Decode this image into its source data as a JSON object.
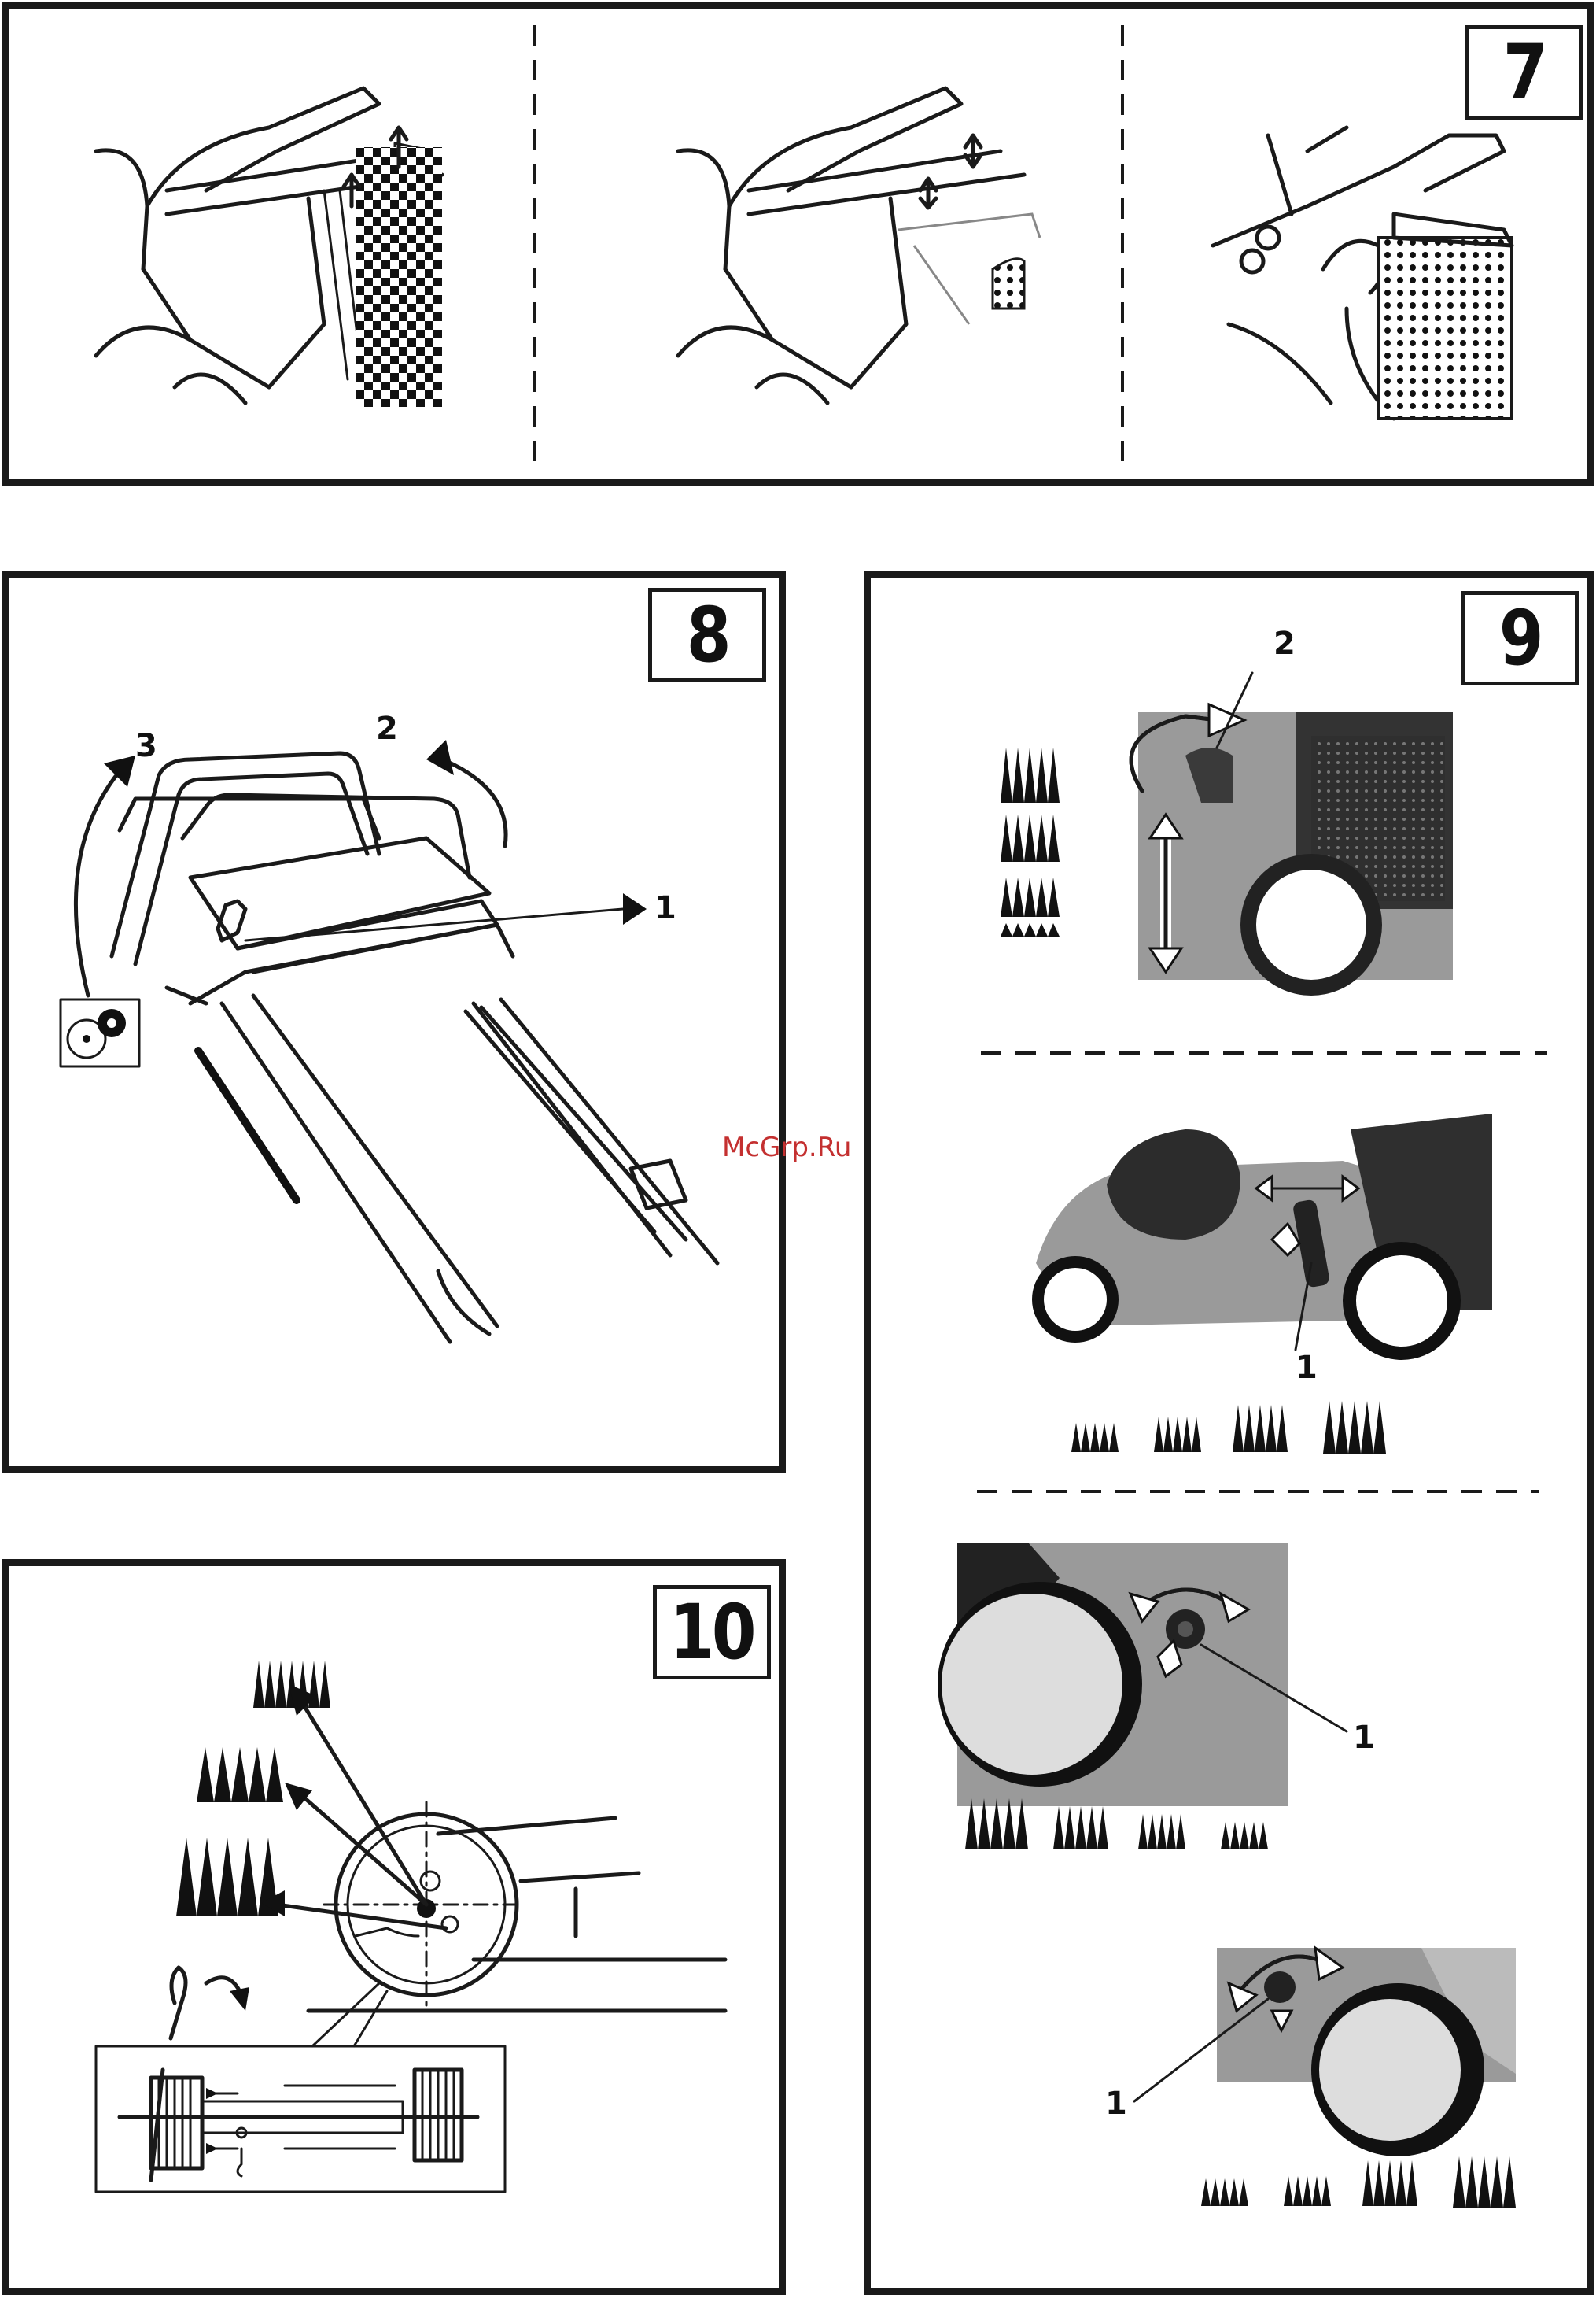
{
  "figures": [
    {
      "number": "7"
    },
    {
      "number": "8",
      "callouts": [
        "1",
        "2",
        "3"
      ]
    },
    {
      "number": "9",
      "callouts": [
        "2",
        "1",
        "1",
        "1"
      ]
    },
    {
      "number": "10"
    }
  ],
  "watermark": "McGrp.Ru"
}
